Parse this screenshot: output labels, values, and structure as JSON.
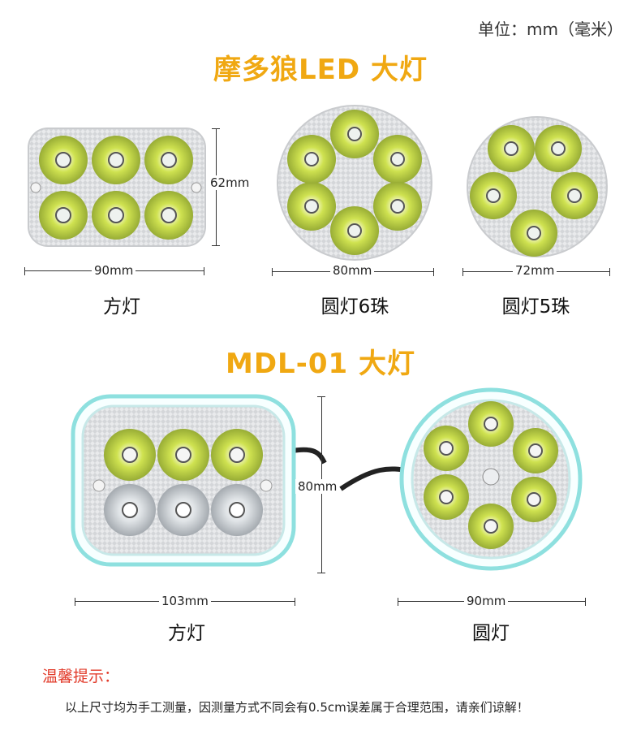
{
  "unit_label": "单位：mm（毫米）",
  "section1": {
    "title": "摩多狼LED 大灯",
    "items": [
      {
        "label": "方灯",
        "width_dim": "90mm",
        "height_dim": "62mm"
      },
      {
        "label": "圆灯6珠",
        "width_dim": "80mm"
      },
      {
        "label": "圆灯5珠",
        "width_dim": "72mm"
      }
    ]
  },
  "section2": {
    "title": "MDL-01 大灯",
    "items": [
      {
        "label": "方灯",
        "width_dim": "103mm",
        "height_dim": "80mm"
      },
      {
        "label": "圆灯",
        "width_dim": "90mm"
      }
    ]
  },
  "tips": {
    "title": "温馨提示：",
    "text": "以上尺寸均为手工测量，因测量方式不同会有0.5cm误差属于合理范围，请亲们谅解！"
  },
  "colors": {
    "title_orange": "#f0a812",
    "tip_red": "#e23b2a",
    "led_green": "#c8e04a",
    "halo_cyan": "#7fe0e0"
  }
}
